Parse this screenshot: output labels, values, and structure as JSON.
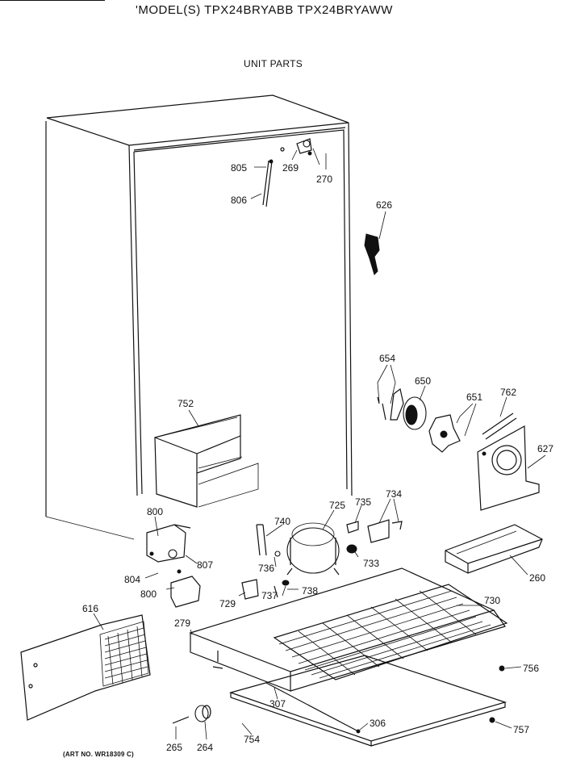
{
  "header": {
    "title": "'MODEL(S) TPX24BRYABB  TPX24BRYAWW",
    "subtitle": "UNIT PARTS",
    "art_number": "(ART NO. WR18309 C)"
  },
  "callouts": {
    "c805": "805",
    "c806": "806",
    "c269": "269",
    "c270": "270",
    "c626": "626",
    "c654": "654",
    "c650": "650",
    "c651": "651",
    "c762": "762",
    "c627": "627",
    "c752": "752",
    "c800a": "800",
    "c807": "807",
    "c804": "804",
    "c800b": "800",
    "c740": "740",
    "c725": "725",
    "c735": "735",
    "c734": "734",
    "c736": "736",
    "c733": "733",
    "c729": "729",
    "c737": "737",
    "c738": "738",
    "c730": "730",
    "c260": "260",
    "c616": "616",
    "c279": "279",
    "c756": "756",
    "c307": "307",
    "c306": "306",
    "c757": "757",
    "c754": "754",
    "c265": "265",
    "c264": "264"
  }
}
